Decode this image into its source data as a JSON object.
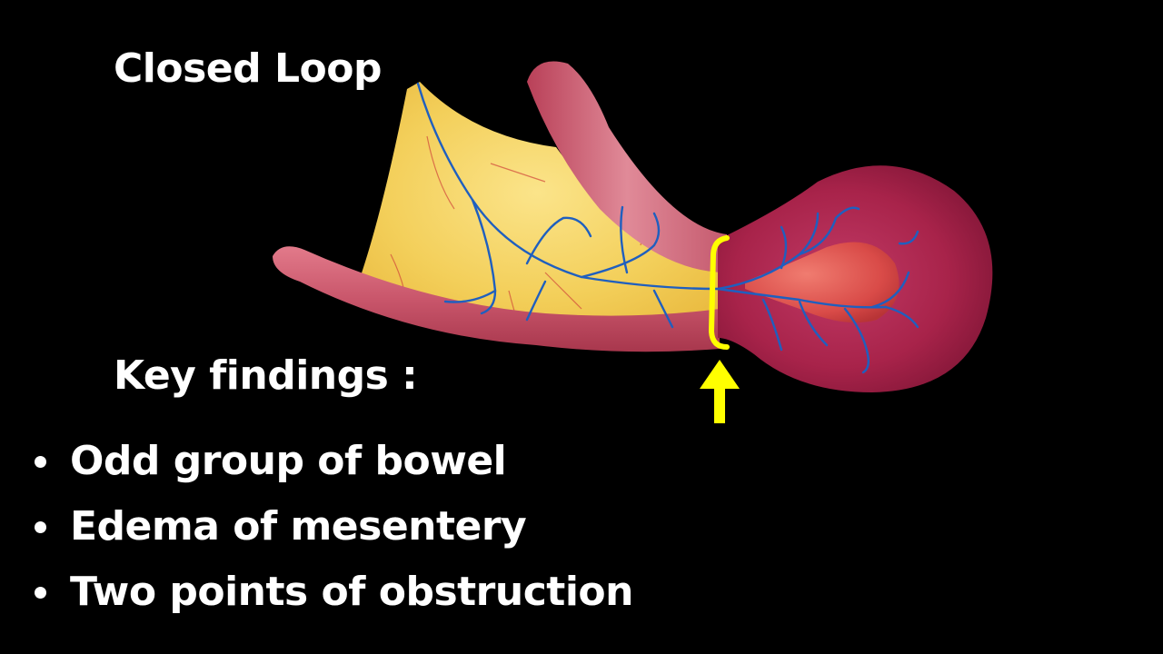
{
  "slide": {
    "title": "Closed Loop",
    "findings_heading": "Key findings :",
    "findings": [
      "Odd group of bowel",
      "Edema of mesentery",
      "Two points of obstruction"
    ]
  },
  "colors": {
    "background": "#000000",
    "text": "#ffffff",
    "mesentery_fat": "#f3cf5a",
    "bowel_wall": "#c9566b",
    "closed_loop": "#a8234a",
    "vessels": "#1f5fbf",
    "obstruction_marker": "#ffff00"
  },
  "icons": {
    "obstruction_arrow": "arrow-up-icon",
    "obstruction_ring": "constriction-ring-icon"
  }
}
